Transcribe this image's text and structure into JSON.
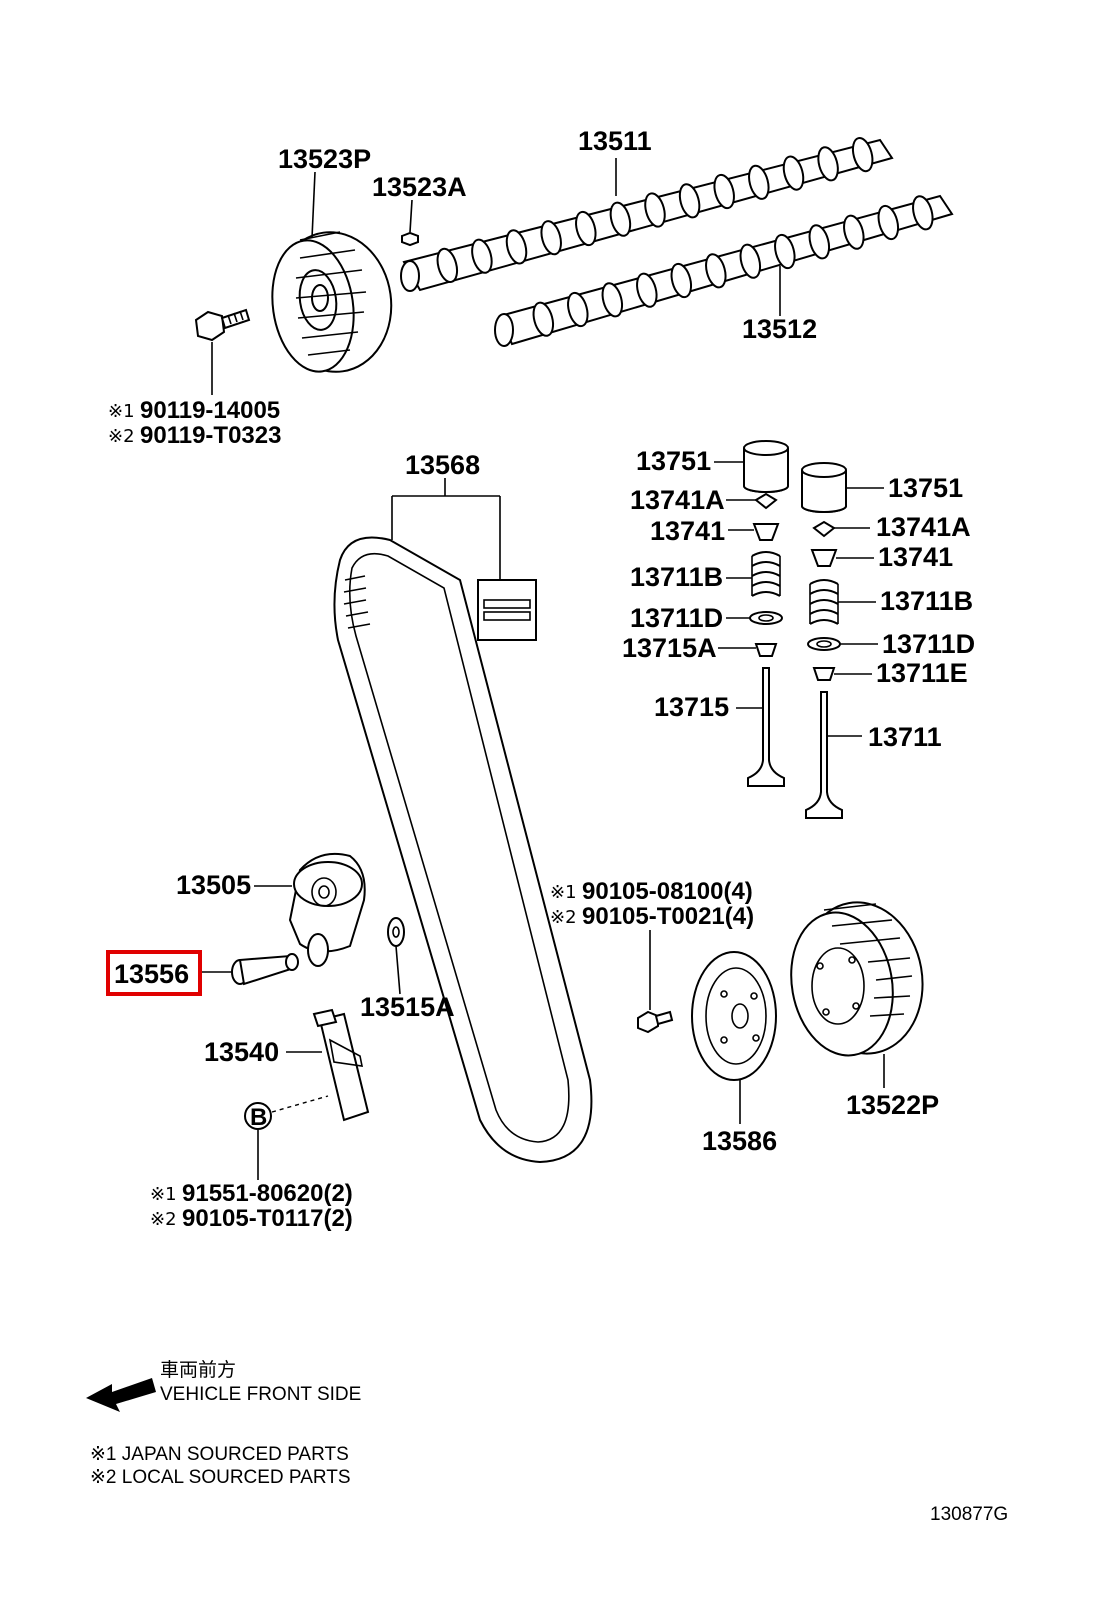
{
  "parts": {
    "p13523P": "13523P",
    "p13523A": "13523A",
    "p13511": "13511",
    "p13512": "13512",
    "p13568": "13568",
    "p13751_left": "13751",
    "p13751_right": "13751",
    "p13741A_left": "13741A",
    "p13741A_right": "13741A",
    "p13741_left": "13741",
    "p13741_right": "13741",
    "p13711B_left": "13711B",
    "p13711B_right": "13711B",
    "p13711D_left": "13711D",
    "p13711D_right": "13711D",
    "p13715A": "13715A",
    "p13711E": "13711E",
    "p13715": "13715",
    "p13711": "13711",
    "p13505": "13505",
    "p13556": "13556",
    "p13515A": "13515A",
    "p13540": "13540",
    "p13586": "13586",
    "p13522P": "13522P"
  },
  "refs": {
    "bolt_top_1_mark": "※1",
    "bolt_top_1": "90119-14005",
    "bolt_top_2_mark": "※2",
    "bolt_top_2": "90119-T0323",
    "bolt_pulley_1_mark": "※1",
    "bolt_pulley_1": "90105-08100(4)",
    "bolt_pulley_2_mark": "※2",
    "bolt_pulley_2": "90105-T0021(4)",
    "bolt_b_1_mark": "※1",
    "bolt_b_1": "91551-80620(2)",
    "bolt_b_2_mark": "※2",
    "bolt_b_2": "90105-T0117(2)",
    "b_marker": "B"
  },
  "legend": {
    "front_jp": "車両前方",
    "front_en": "VEHICLE FRONT SIDE",
    "note1": "※1 JAPAN SOURCED PARTS",
    "note2": "※2 LOCAL SOURCED PARTS"
  },
  "diagram_id": "130877G",
  "highlight_part": "13556",
  "highlight_color": "#e00000"
}
